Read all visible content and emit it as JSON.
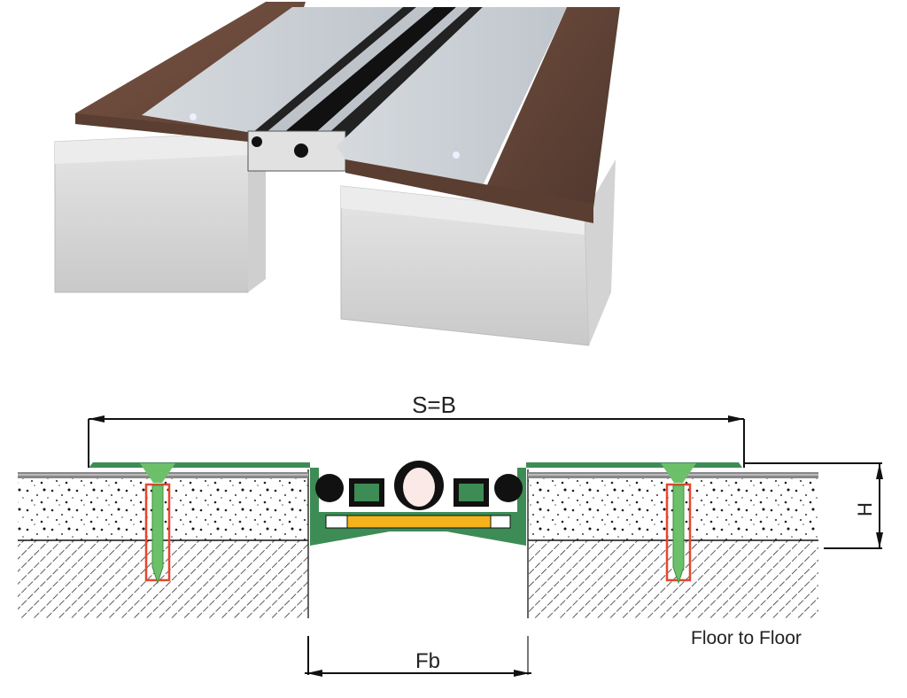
{
  "figure": {
    "illustration_name": "expansion-joint-3d-render",
    "section_name": "expansion-joint-cross-section"
  },
  "dimensions": {
    "overall_width_label": "S=B",
    "height_label": "H",
    "gap_label": "Fb"
  },
  "caption": {
    "floor_to_floor": "Floor to Floor"
  },
  "colors": {
    "profile_green": "#3d8c55",
    "gasket_black": "#111111",
    "insert_yellow": "#f4b31c",
    "screw_green": "#6dc06a",
    "anchor_red": "#e5472c",
    "wood": "#6a4a3a",
    "aluminium": "#c9ced4",
    "concrete": "#d9d9d9"
  }
}
